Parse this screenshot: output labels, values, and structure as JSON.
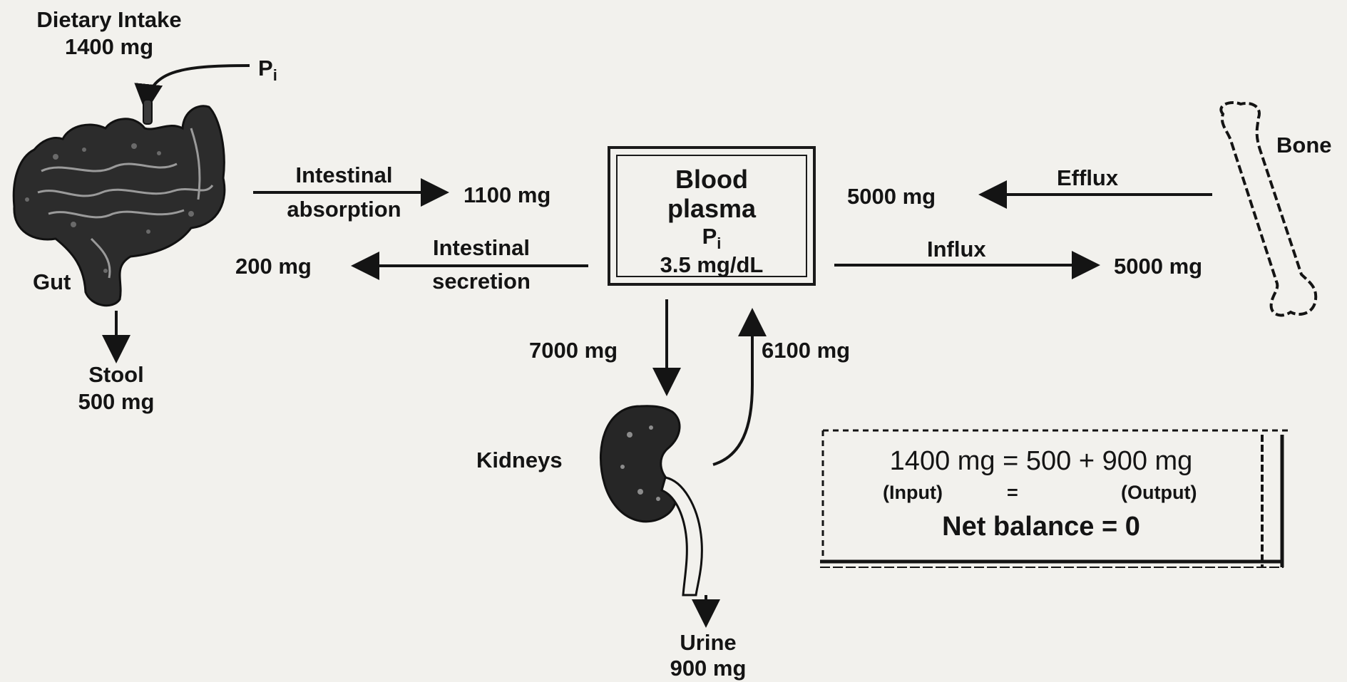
{
  "intake": {
    "title": "Dietary Intake",
    "amount": "1400 mg",
    "pi_symbol": "P",
    "pi_sub": "i"
  },
  "gut": {
    "label": "Gut"
  },
  "stool": {
    "label": "Stool",
    "amount": "500 mg"
  },
  "absorption": {
    "label_line1": "Intestinal",
    "label_line2": "absorption",
    "amount": "1100 mg"
  },
  "secretion": {
    "label_line1": "Intestinal",
    "label_line2": "secretion",
    "amount": "200 mg"
  },
  "plasma": {
    "line1": "Blood",
    "line2": "plasma",
    "pi_symbol": "P",
    "pi_sub": "i",
    "concentration": "3.5 mg/dL"
  },
  "bone": {
    "label": "Bone",
    "efflux_label": "Efflux",
    "efflux_amount": "5000 mg",
    "influx_label": "Influx",
    "influx_amount": "5000 mg"
  },
  "kidney": {
    "label": "Kidneys",
    "filtered_amount": "7000 mg",
    "reabsorbed_amount": "6100 mg"
  },
  "urine": {
    "label": "Urine",
    "amount": "900 mg"
  },
  "balance": {
    "equation": "1400 mg = 500 + 900 mg",
    "input_label": "(Input)",
    "equals": "=",
    "output_label": "(Output)",
    "net": "Net balance = 0"
  }
}
